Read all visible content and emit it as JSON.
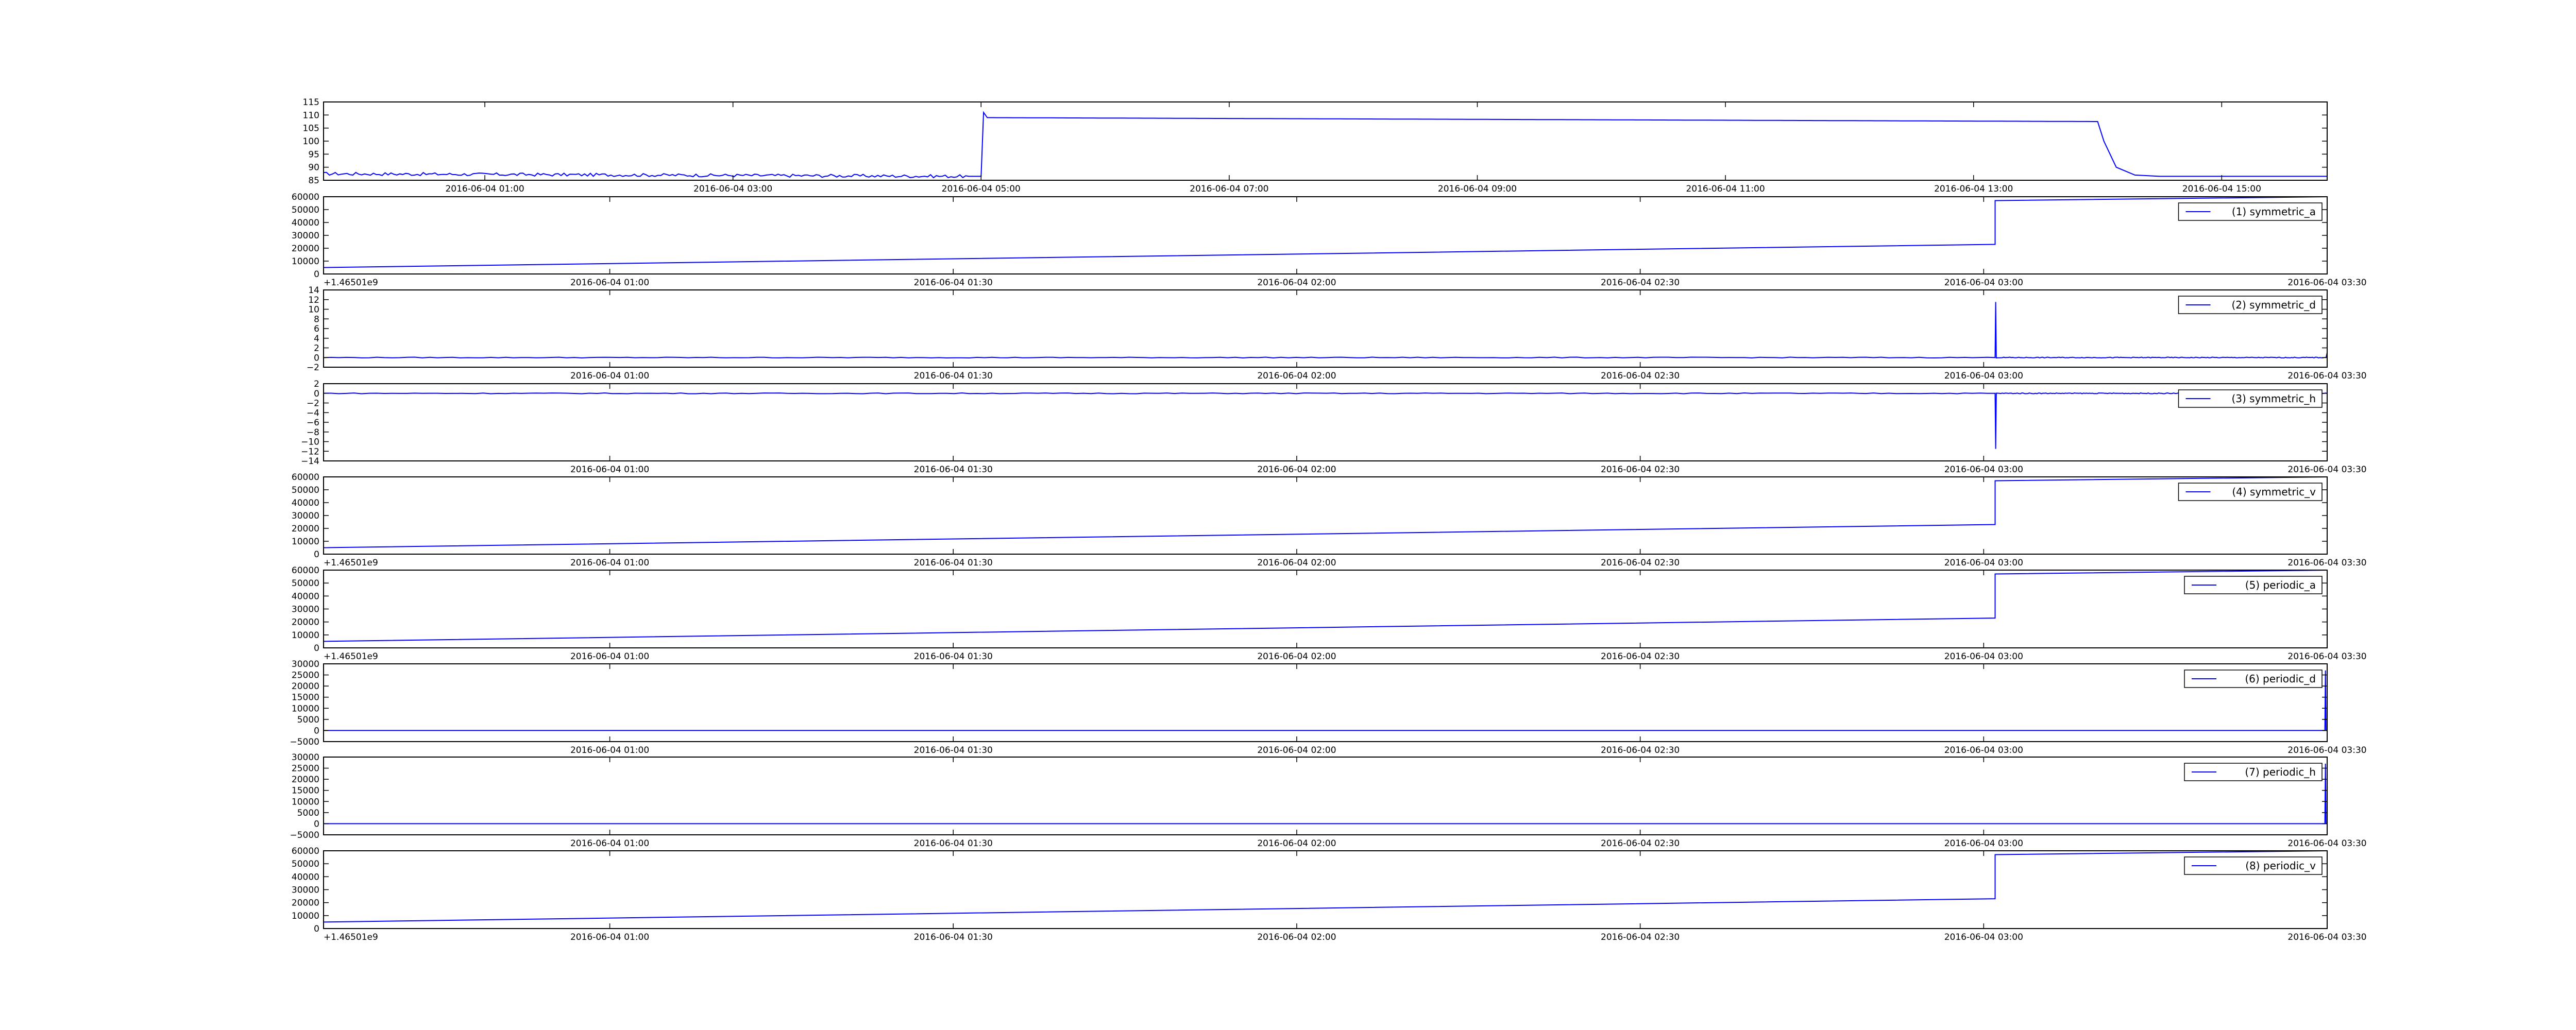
{
  "colors": {
    "series_line": "#0000ff",
    "axes": "#000000",
    "background": "#ffffff"
  },
  "chart_data": [
    {
      "type": "line",
      "panel": 0,
      "legend": "",
      "x_offset_label": "",
      "x_ticks": [
        "2016-06-04 01:00",
        "2016-06-04 03:00",
        "2016-06-04 05:00",
        "2016-06-04 07:00",
        "2016-06-04 09:00",
        "2016-06-04 11:00",
        "2016-06-04 13:00",
        "2016-06-04 15:00"
      ],
      "x_tick_hours": [
        1,
        3,
        5,
        7,
        9,
        11,
        13,
        15
      ],
      "xlim_hours": [
        -0.3,
        15.85
      ],
      "y_ticks": [
        85,
        90,
        95,
        100,
        105,
        110,
        115
      ],
      "ylim": [
        85,
        115
      ],
      "series": [
        {
          "x_hours": [
            -0.3,
            4.9,
            5.0,
            5.02,
            5.05,
            14.0,
            14.05,
            14.15,
            14.3,
            14.5,
            15.85
          ],
          "y": [
            87.5,
            86.5,
            86.5,
            111,
            109,
            107.5,
            100,
            90,
            87,
            86.5,
            86.5
          ],
          "noise": 0.6,
          "noise_range": [
            -0.3,
            5.0
          ]
        }
      ]
    },
    {
      "type": "line",
      "panel": 1,
      "legend": "(1) symmetric_a",
      "x_offset_label": "+1.46501e9",
      "x_ticks": [
        "2016-06-04 01:00",
        "2016-06-04 01:30",
        "2016-06-04 02:00",
        "2016-06-04 02:30",
        "2016-06-04 03:00",
        "2016-06-04 03:30"
      ],
      "x_tick_minutes": [
        60,
        90,
        120,
        150,
        180,
        210
      ],
      "xlim_minutes": [
        35,
        210
      ],
      "y_ticks": [
        0,
        10000,
        20000,
        30000,
        40000,
        50000,
        60000
      ],
      "ylim": [
        0,
        60000
      ],
      "series": [
        {
          "x_minutes": [
            35,
            181,
            181,
            210
          ],
          "y": [
            5000,
            23000,
            57000,
            60000
          ]
        }
      ]
    },
    {
      "type": "line",
      "panel": 2,
      "legend": "(2) symmetric_d",
      "x_offset_label": "",
      "x_ticks": [
        "2016-06-04 01:00",
        "2016-06-04 01:30",
        "2016-06-04 02:00",
        "2016-06-04 02:30",
        "2016-06-04 03:00",
        "2016-06-04 03:30"
      ],
      "x_tick_minutes": [
        60,
        90,
        120,
        150,
        180,
        210
      ],
      "xlim_minutes": [
        35,
        210
      ],
      "y_ticks": [
        -2,
        0,
        2,
        4,
        6,
        8,
        10,
        12,
        14
      ],
      "ylim": [
        -2,
        14
      ],
      "series": [
        {
          "x_minutes": [
            35,
            181,
            181.05,
            181.1,
            209.9,
            210,
            210
          ],
          "y": [
            0,
            0,
            11.5,
            0,
            0,
            1,
            0
          ],
          "noise": 0.08
        }
      ]
    },
    {
      "type": "line",
      "panel": 3,
      "legend": "(3) symmetric_h",
      "x_offset_label": "",
      "x_ticks": [
        "2016-06-04 01:00",
        "2016-06-04 01:30",
        "2016-06-04 02:00",
        "2016-06-04 02:30",
        "2016-06-04 03:00",
        "2016-06-04 03:30"
      ],
      "x_tick_minutes": [
        60,
        90,
        120,
        150,
        180,
        210
      ],
      "xlim_minutes": [
        35,
        210
      ],
      "y_ticks": [
        -14,
        -12,
        -10,
        -8,
        -6,
        -4,
        -2,
        0,
        2
      ],
      "ylim": [
        -14,
        2
      ],
      "series": [
        {
          "x_minutes": [
            35,
            181,
            181.05,
            181.1,
            210
          ],
          "y": [
            0,
            0,
            -11.5,
            0,
            0
          ],
          "noise": 0.08
        }
      ]
    },
    {
      "type": "line",
      "panel": 4,
      "legend": "(4) symmetric_v",
      "x_offset_label": "+1.46501e9",
      "x_ticks": [
        "2016-06-04 01:00",
        "2016-06-04 01:30",
        "2016-06-04 02:00",
        "2016-06-04 02:30",
        "2016-06-04 03:00",
        "2016-06-04 03:30"
      ],
      "x_tick_minutes": [
        60,
        90,
        120,
        150,
        180,
        210
      ],
      "xlim_minutes": [
        35,
        210
      ],
      "y_ticks": [
        0,
        10000,
        20000,
        30000,
        40000,
        50000,
        60000
      ],
      "ylim": [
        0,
        60000
      ],
      "series": [
        {
          "x_minutes": [
            35,
            181,
            181,
            210
          ],
          "y": [
            5000,
            23000,
            57000,
            60000
          ]
        }
      ]
    },
    {
      "type": "line",
      "panel": 5,
      "legend": "(5) periodic_a",
      "x_offset_label": "+1.46501e9",
      "x_ticks": [
        "2016-06-04 01:00",
        "2016-06-04 01:30",
        "2016-06-04 02:00",
        "2016-06-04 02:30",
        "2016-06-04 03:00",
        "2016-06-04 03:30"
      ],
      "x_tick_minutes": [
        60,
        90,
        120,
        150,
        180,
        210
      ],
      "xlim_minutes": [
        35,
        210
      ],
      "y_ticks": [
        0,
        10000,
        20000,
        30000,
        40000,
        50000,
        60000
      ],
      "ylim": [
        0,
        60000
      ],
      "series": [
        {
          "x_minutes": [
            35,
            181,
            181,
            210
          ],
          "y": [
            5000,
            23000,
            57000,
            60000
          ]
        }
      ]
    },
    {
      "type": "line",
      "panel": 6,
      "legend": "(6) periodic_d",
      "x_offset_label": "",
      "x_ticks": [
        "2016-06-04 01:00",
        "2016-06-04 01:30",
        "2016-06-04 02:00",
        "2016-06-04 02:30",
        "2016-06-04 03:00",
        "2016-06-04 03:30"
      ],
      "x_tick_minutes": [
        60,
        90,
        120,
        150,
        180,
        210
      ],
      "xlim_minutes": [
        35,
        210
      ],
      "y_ticks": [
        -5000,
        0,
        5000,
        10000,
        15000,
        20000,
        25000,
        30000
      ],
      "ylim": [
        -5000,
        30000
      ],
      "y_tick_labels": [
        "−5000",
        "0",
        "5000",
        "10000",
        "15000",
        "20000",
        "25000",
        "30000"
      ],
      "series": [
        {
          "x_minutes": [
            35,
            209.8,
            209.85,
            209.9,
            210
          ],
          "y": [
            0,
            0,
            27000,
            0,
            0
          ]
        }
      ]
    },
    {
      "type": "line",
      "panel": 7,
      "legend": "(7) periodic_h",
      "x_offset_label": "",
      "x_ticks": [
        "2016-06-04 01:00",
        "2016-06-04 01:30",
        "2016-06-04 02:00",
        "2016-06-04 02:30",
        "2016-06-04 03:00",
        "2016-06-04 03:30"
      ],
      "x_tick_minutes": [
        60,
        90,
        120,
        150,
        180,
        210
      ],
      "xlim_minutes": [
        35,
        210
      ],
      "y_ticks": [
        -5000,
        0,
        5000,
        10000,
        15000,
        20000,
        25000,
        30000
      ],
      "ylim": [
        -5000,
        30000
      ],
      "y_tick_labels": [
        "−5000",
        "0",
        "5000",
        "10000",
        "15000",
        "20000",
        "25000",
        "30000"
      ],
      "series": [
        {
          "x_minutes": [
            35,
            209.8,
            209.85,
            209.9,
            210
          ],
          "y": [
            0,
            0,
            27000,
            0,
            0
          ]
        }
      ]
    },
    {
      "type": "line",
      "panel": 8,
      "legend": "(8) periodic_v",
      "x_offset_label": "+1.46501e9",
      "x_ticks": [
        "2016-06-04 01:00",
        "2016-06-04 01:30",
        "2016-06-04 02:00",
        "2016-06-04 02:30",
        "2016-06-04 03:00",
        "2016-06-04 03:30"
      ],
      "x_tick_minutes": [
        60,
        90,
        120,
        150,
        180,
        210
      ],
      "xlim_minutes": [
        35,
        210
      ],
      "y_ticks": [
        0,
        10000,
        20000,
        30000,
        40000,
        50000,
        60000
      ],
      "ylim": [
        0,
        60000
      ],
      "series": [
        {
          "x_minutes": [
            35,
            181,
            181,
            210
          ],
          "y": [
            5000,
            23000,
            57000,
            60000
          ]
        }
      ]
    }
  ]
}
